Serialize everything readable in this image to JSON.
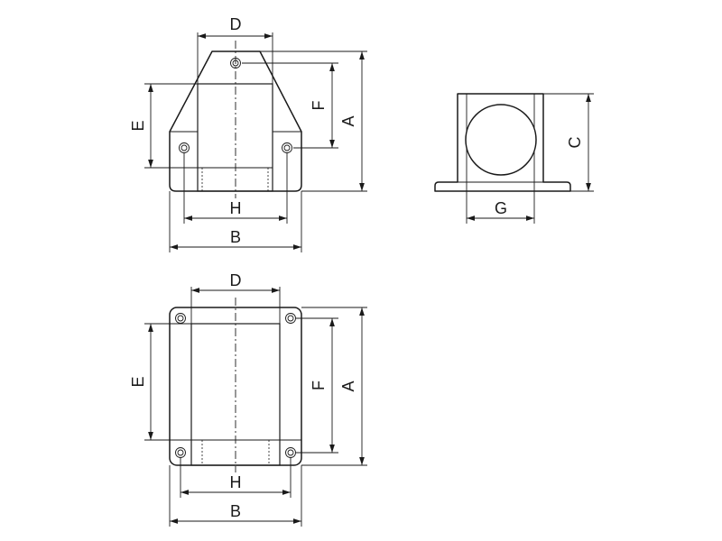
{
  "labels": {
    "front": {
      "D": "D",
      "E": "E",
      "F": "F",
      "A": "A",
      "H": "H",
      "B": "B"
    },
    "side": {
      "C": "C",
      "G": "G"
    },
    "top": {
      "D": "D",
      "E": "E",
      "F": "F",
      "A": "A",
      "H": "H",
      "B": "B"
    }
  }
}
